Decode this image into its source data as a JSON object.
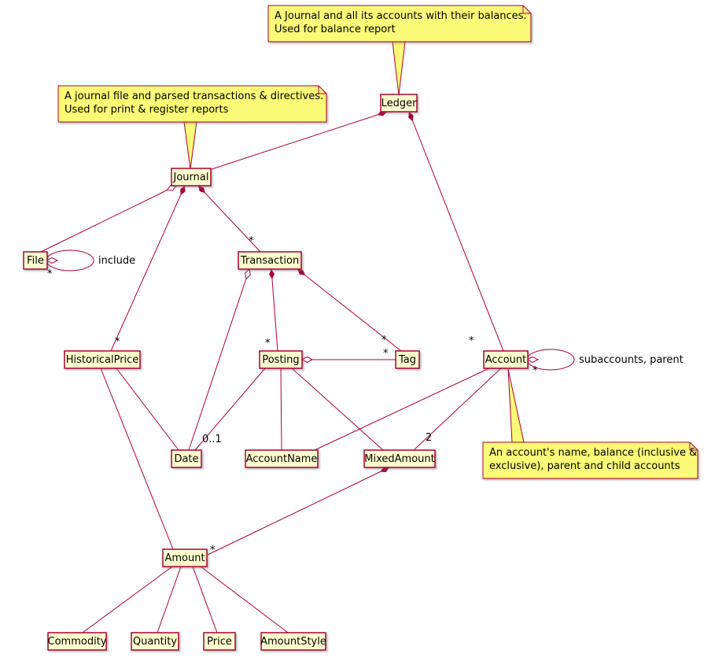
{
  "diagram": {
    "type": "uml-class-diagram",
    "classes": {
      "ledger": "Ledger",
      "journal": "Journal",
      "file": "File",
      "transaction": "Transaction",
      "historical_price": "HistoricalPrice",
      "posting": "Posting",
      "tag": "Tag",
      "account": "Account",
      "date": "Date",
      "account_name": "AccountName",
      "mixed_amount": "MixedAmount",
      "amount": "Amount",
      "commodity": "Commodity",
      "quantity": "Quantity",
      "price": "Price",
      "amount_style": "AmountStyle"
    },
    "notes": {
      "ledger": {
        "line1": "A Journal and all its accounts with their balances.",
        "line2": "Used for balance report"
      },
      "journal": {
        "line1": "A journal file and parsed transactions & directives.",
        "line2": "Used for print & register reports"
      },
      "account": {
        "line1": "An account's name, balance (inclusive &",
        "line2": "exclusive), parent and child accounts"
      }
    },
    "labels": {
      "file_include": "include",
      "file_include_mult": "*",
      "ledger_accounts_mult": "*",
      "journal_transactions_mult": "*",
      "journal_prices_mult": "*",
      "transaction_postings_mult": "*",
      "transaction_tags_mult": "*",
      "posting_tags_mult": "*",
      "posting_date_mult": "0..1",
      "account_subaccounts": "subaccounts, parent",
      "account_subaccounts_mult": "*",
      "account_mixedamount_mult": "2",
      "mixedamount_amounts_mult": "*"
    },
    "colors": {
      "class_fill": "#FEFECE",
      "class_border": "#A80036",
      "note_fill": "#FBFB77",
      "note_border": "#A80036",
      "edge": "#A80036",
      "text": "#000000",
      "background": "#FFFFFF"
    }
  }
}
